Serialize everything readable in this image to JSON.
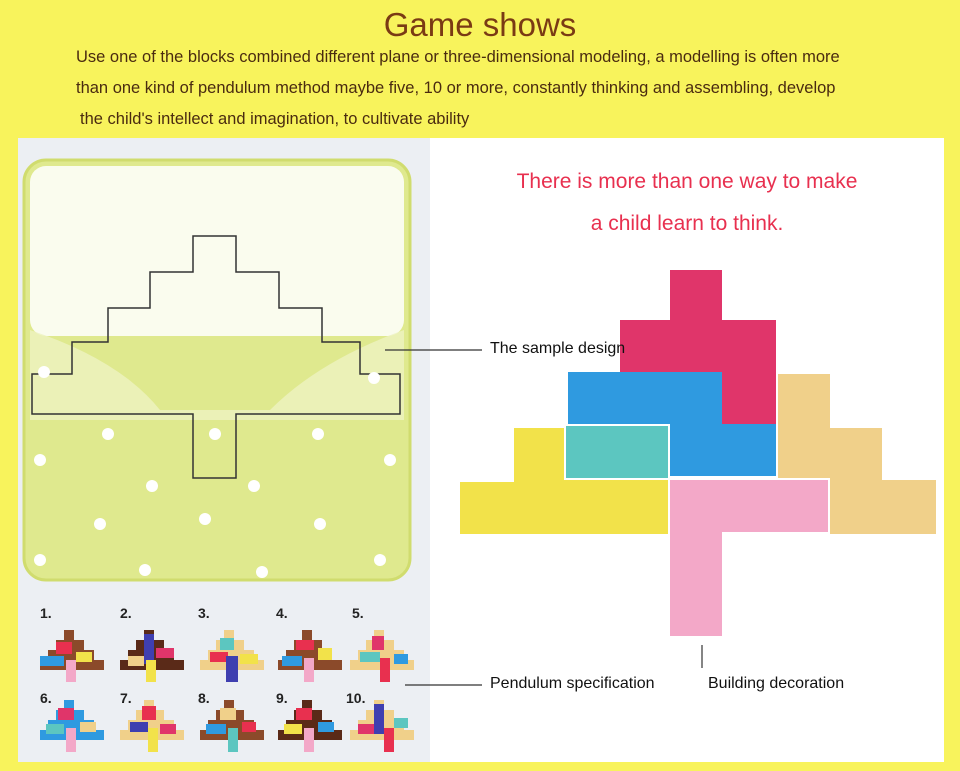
{
  "header": {
    "title": "Game shows",
    "description_lines": [
      "Use one of the blocks combined different plane or three-dimensional modeling, a modelling is often more",
      "than one kind of pendulum method maybe five, 10 or more, constantly thinking and assembling, develop",
      "the child's intellect and imagination, to cultivate ability"
    ]
  },
  "slogan": {
    "line1": "There is more than one way to make",
    "line2": "a child learn to think."
  },
  "labels": {
    "sample_design": "The sample design",
    "pendulum_spec": "Pendulum specification",
    "building_decoration": "Building decoration"
  },
  "variants": [
    "1.",
    "2.",
    "3.",
    "4.",
    "5.",
    "6.",
    "7.",
    "8.",
    "9.",
    "10."
  ],
  "colors": {
    "page_background": "#f8f35c",
    "title": "#7a3a14",
    "slogan": "#e8304f",
    "card_green": "#dfe98e",
    "block_red": "#e0356a",
    "block_blue": "#2f9ae0",
    "block_teal": "#5cc6c0",
    "block_yellow": "#f2e24a",
    "block_tan": "#f0d08a",
    "block_pink": "#f3a8c8"
  }
}
